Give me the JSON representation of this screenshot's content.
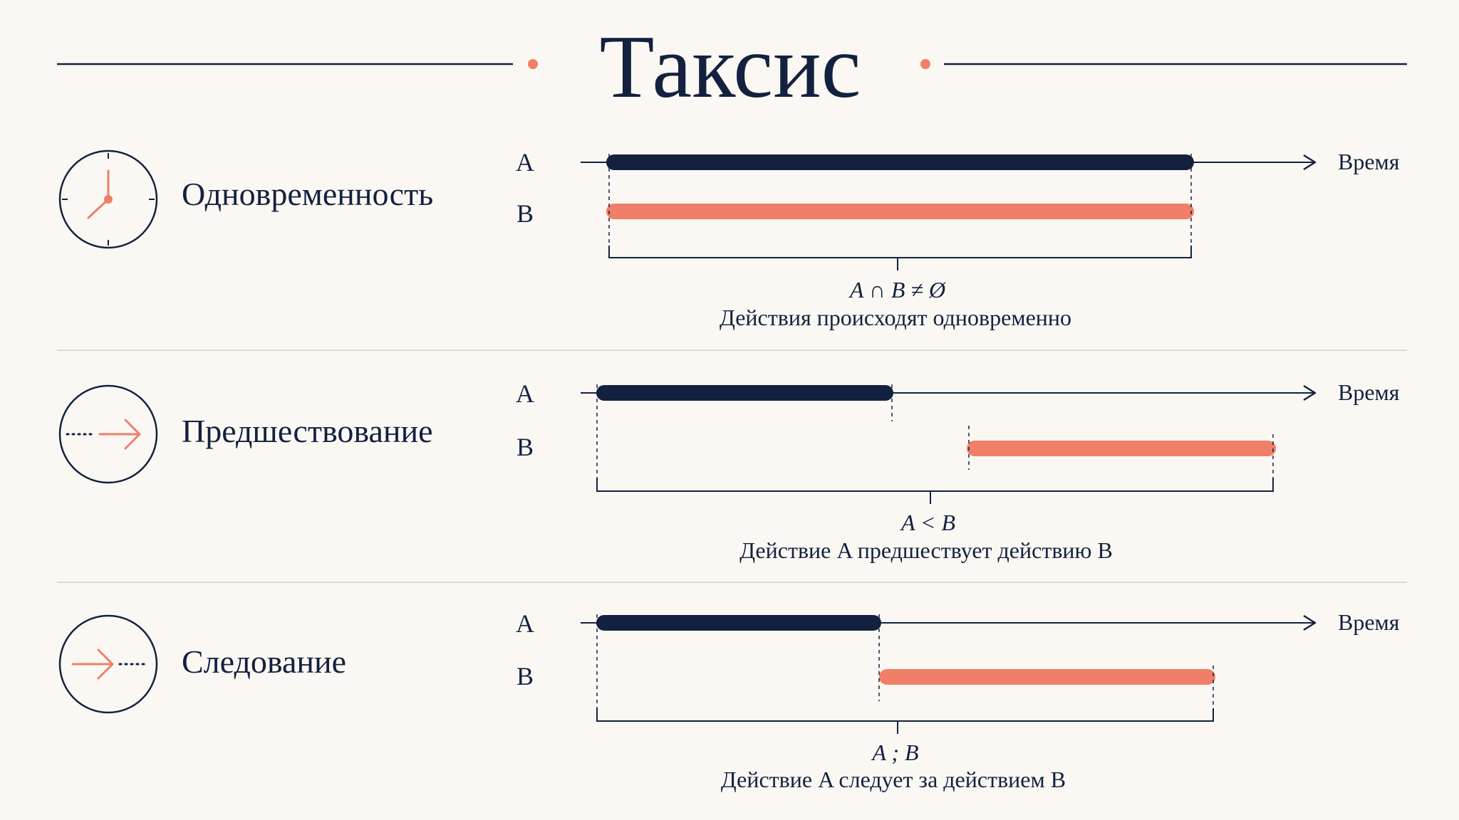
{
  "title": "Таксис",
  "colors": {
    "background": "#fbf8f4",
    "navy": "#13213f",
    "coral": "#ef7f68",
    "divider": "#dddbd8"
  },
  "axis_label": "Время",
  "rows": [
    {
      "label": "Одновременность",
      "icon": "clock-icon",
      "track_a_label": "A",
      "track_b_label": "B",
      "formula": "A ∩ B ≠ Ø",
      "caption": "Действия происходят одновременно"
    },
    {
      "label": "Предшествование",
      "icon": "dotted-arrow-right-icon",
      "track_a_label": "A",
      "track_b_label": "B",
      "formula": "A < B",
      "caption": "Действие A предшествует действию B"
    },
    {
      "label": "Следование",
      "icon": "arrow-dotted-right-icon",
      "track_a_label": "A",
      "track_b_label": "B",
      "formula": "A ; B",
      "caption": "Действие A следует за действием B"
    }
  ]
}
